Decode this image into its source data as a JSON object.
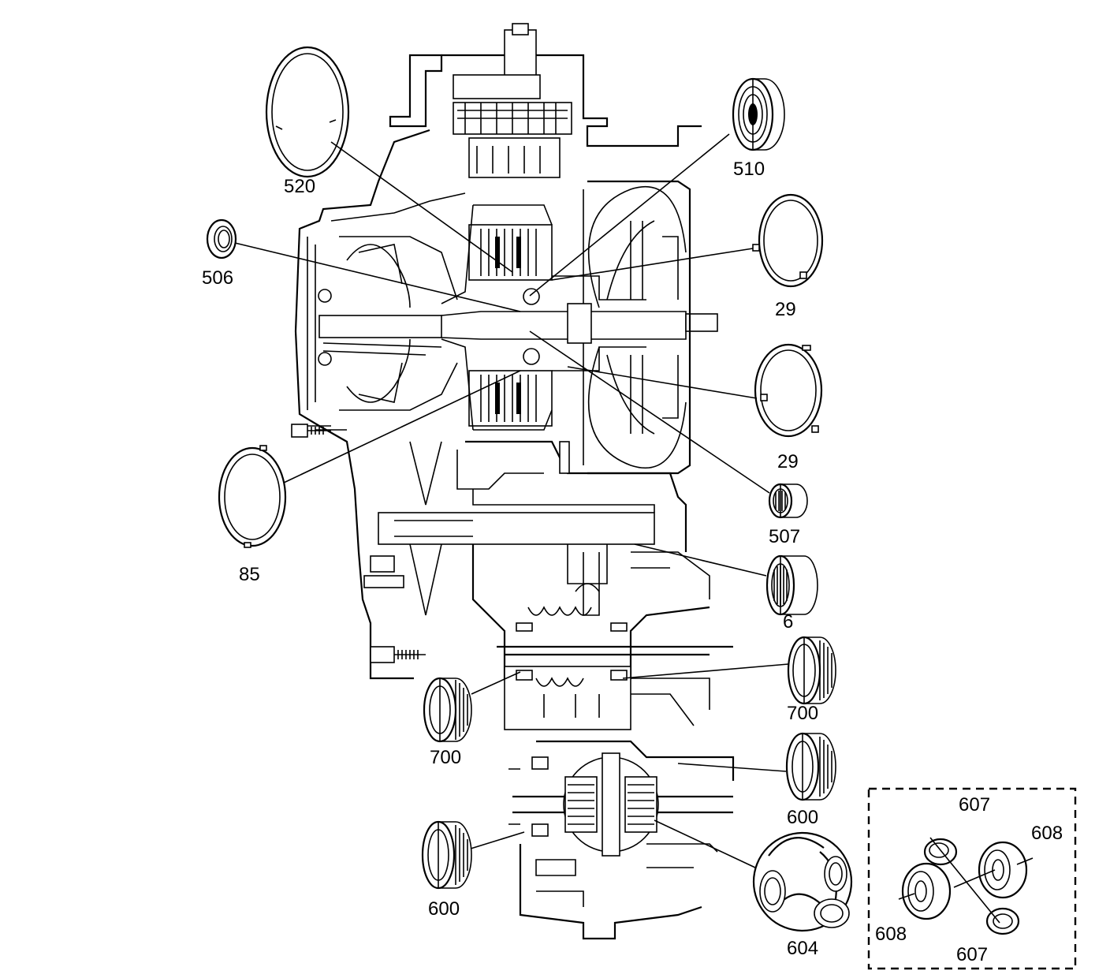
{
  "labels": {
    "l520": "520",
    "l506": "506",
    "l510": "510",
    "l29a": "29",
    "l29b": "29",
    "l85": "85",
    "l507": "507",
    "l6": "6",
    "l700a": "700",
    "l700b": "700",
    "l600a": "600",
    "l600b": "600",
    "l604": "604",
    "l607a": "607",
    "l607b": "607",
    "l608a": "608",
    "l608b": "608"
  }
}
